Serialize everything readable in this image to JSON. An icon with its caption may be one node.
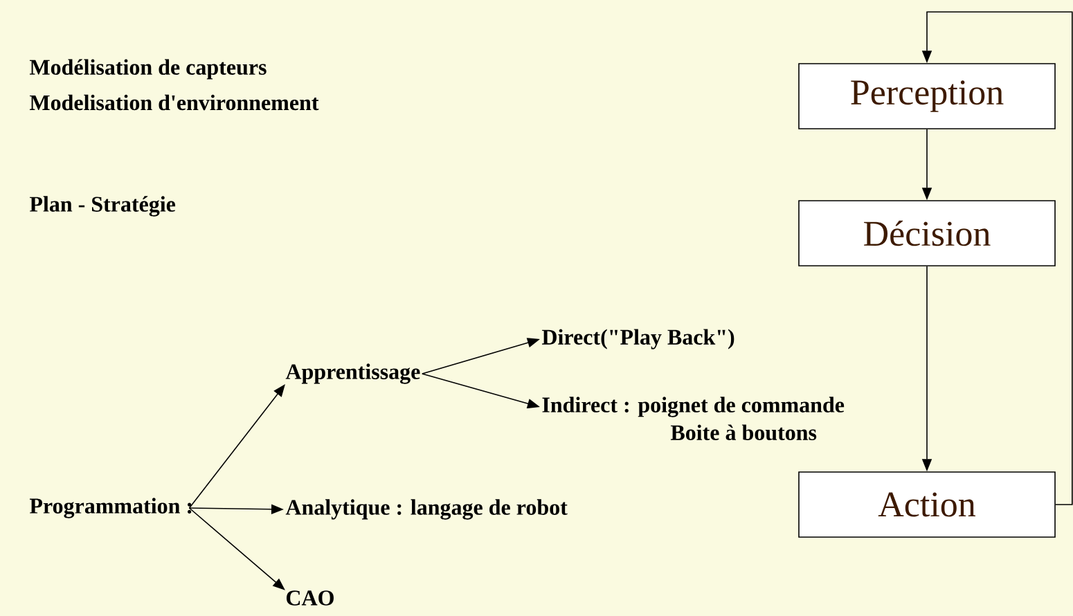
{
  "diagram": {
    "nodes": [
      {
        "text": [
          "Perception"
        ]
      },
      {
        "text": [
          "Décision"
        ]
      },
      {
        "text": [
          "Action"
        ]
      },
      {
        "text": [
          "Programmation :"
        ]
      },
      {
        "text": [
          "Apprentissage"
        ]
      },
      {
        "text": [
          "Analytique : langage de robot"
        ]
      },
      {
        "text": [
          "CAO"
        ]
      },
      {
        "text": [
          "Direct(\"Play Back\")"
        ]
      },
      {
        "text": [
          "Indirect : poignet de commande",
          "Boite à boutons"
        ]
      }
    ],
    "edges": [
      {
        "from": 0,
        "to": 1,
        "arrow": "to"
      },
      {
        "from": 1,
        "to": 2,
        "arrow": "to"
      },
      {
        "from": 2,
        "to": 0,
        "arrow": "to"
      },
      {
        "from": 3,
        "to": 4,
        "arrow": "to"
      },
      {
        "from": 3,
        "to": 5,
        "arrow": "to"
      },
      {
        "from": 3,
        "to": 6,
        "arrow": "to"
      },
      {
        "from": 4,
        "to": 7,
        "arrow": "to"
      },
      {
        "from": 4,
        "to": 8,
        "arrow": "to"
      }
    ],
    "labels": [
      "Modélisation de capteurs",
      "Modelisation d'environnement",
      "Plan - Stratégie"
    ]
  }
}
